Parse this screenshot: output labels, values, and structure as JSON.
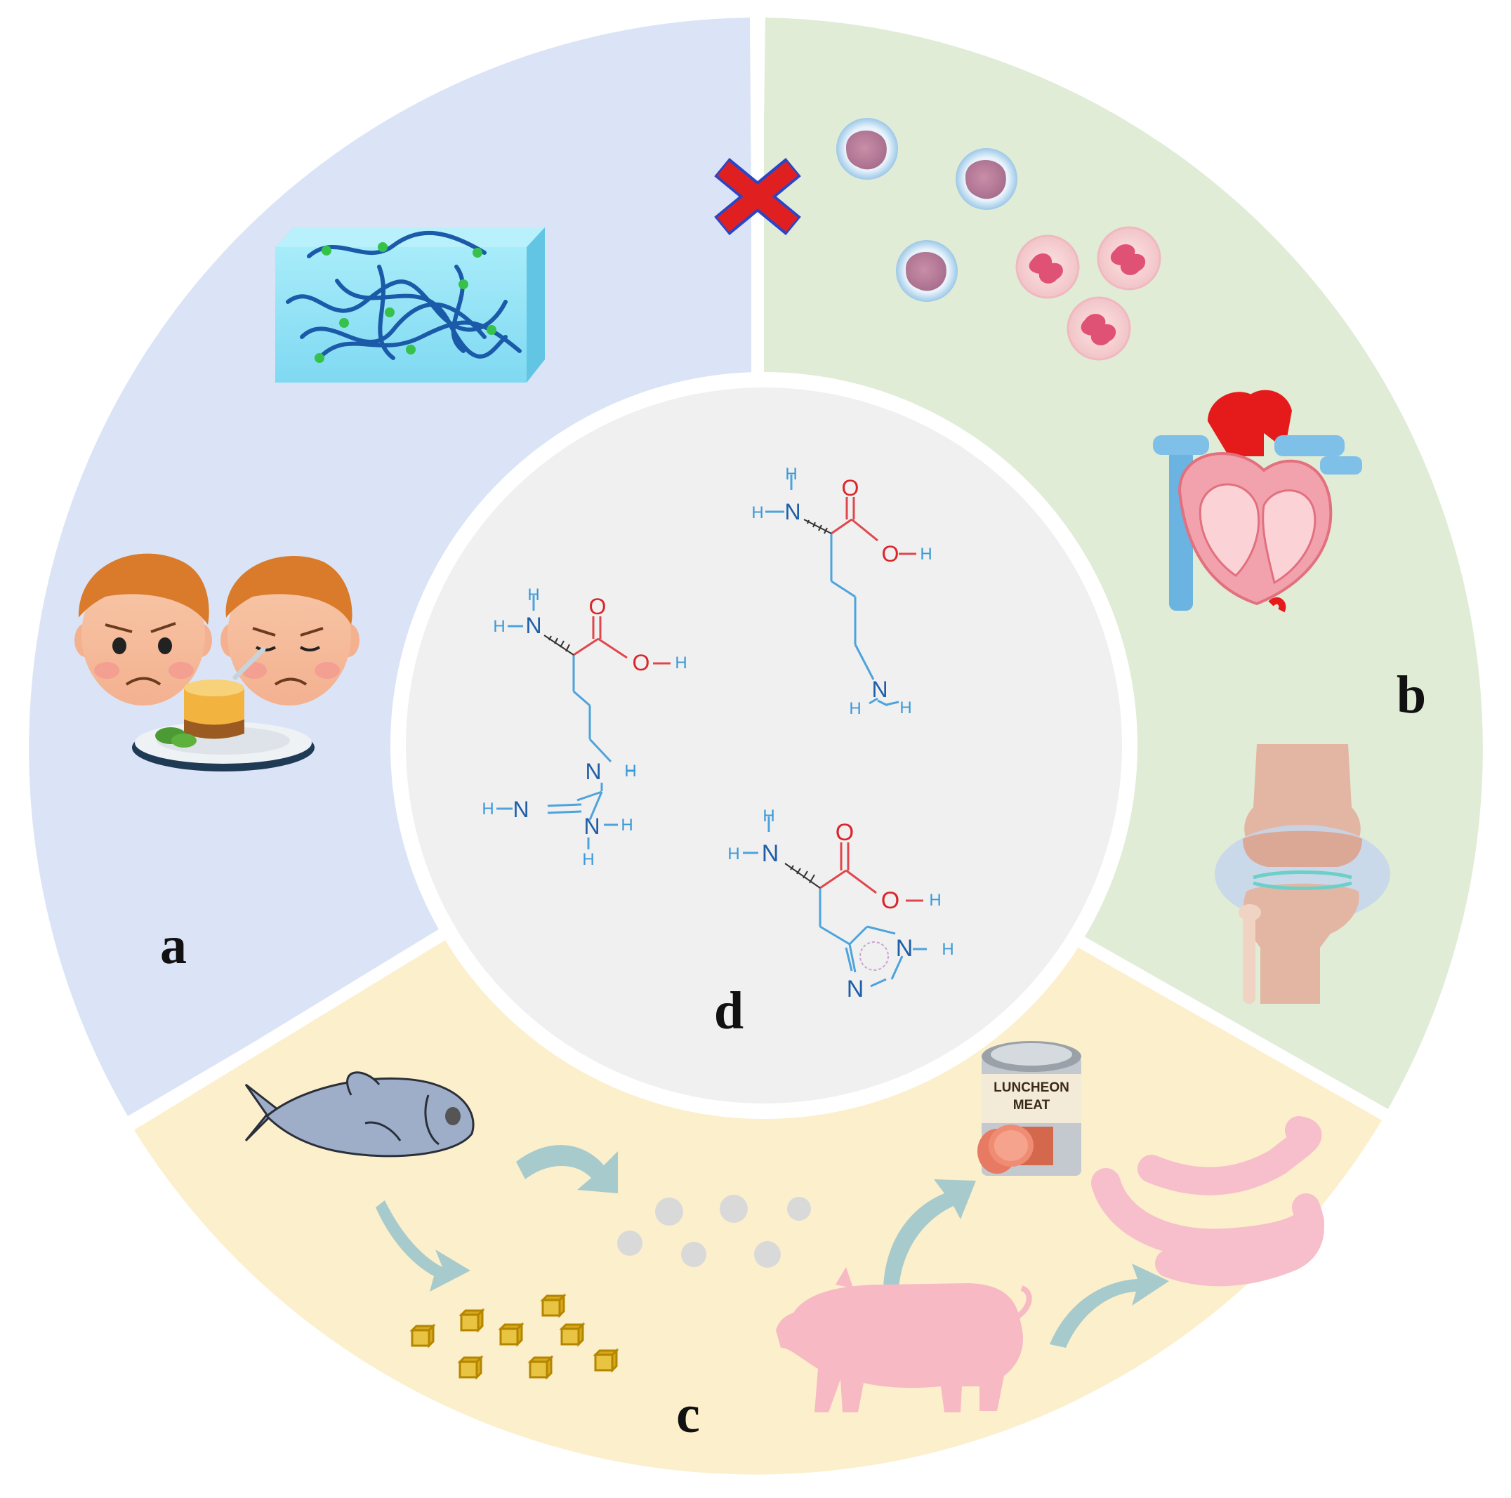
{
  "panels": {
    "a": {
      "label": "a",
      "color": "#dbe4f6"
    },
    "b": {
      "label": "b",
      "color": "#e0ecd6"
    },
    "c": {
      "label": "c",
      "color": "#fcefcc"
    },
    "d": {
      "label": "d",
      "color": "#f0f0f0"
    }
  },
  "can_text": {
    "line1": "LUNCHEON",
    "line2": "MEAT"
  },
  "atoms": {
    "N": "N",
    "O": "O",
    "H": "H"
  },
  "colors": {
    "nitrogen": "#1f5fa8",
    "oxygen": "#d8262c",
    "hydrogen": "#3a9ad9",
    "bond_blue": "#4da3dd",
    "bond_red": "#e0474c",
    "arrow": "#a7cbcc",
    "dot": "#d9d9d9",
    "cross": "#e02020",
    "cross_edge": "#2a46c8",
    "pig": "#f7b9c3",
    "sausage": "#f6bfcb",
    "cube": "#d9a81b",
    "fish": "#9eaec8"
  },
  "icons": [
    "hydrogel-block-icon",
    "sad-faces-icon",
    "dessert-plate-icon",
    "cross-icon",
    "immune-cells-icon",
    "heart-icon",
    "knee-joint-icon",
    "fish-icon",
    "gel-cubes-icon",
    "peptide-dots-icon",
    "pig-icon",
    "luncheon-meat-can-icon",
    "sausage-icon",
    "arrow-icon"
  ]
}
